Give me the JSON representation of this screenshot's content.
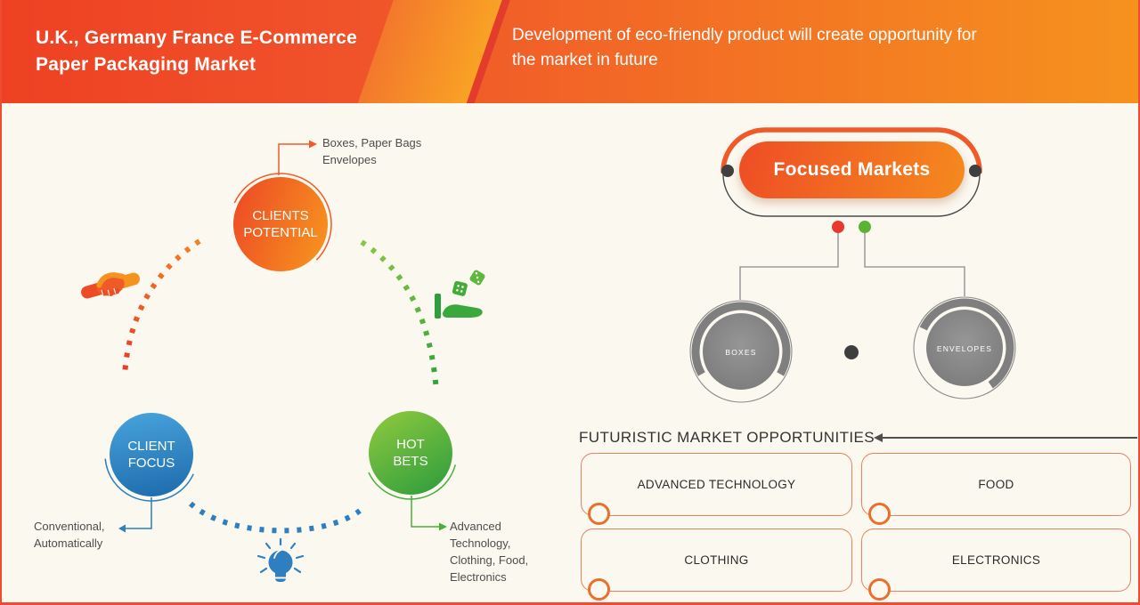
{
  "header": {
    "title_lines": [
      "U.K., Germany France E-Commerce",
      "Paper Packaging Market"
    ],
    "subtitle_lines": [
      "Development of eco-friendly product will create opportunity for",
      "the market in future"
    ]
  },
  "cycle": {
    "clients_potential": {
      "line1": "CLIENTS",
      "line2": "POTENTIAL"
    },
    "client_focus": {
      "line1": "CLIENT",
      "line2": "FOCUS"
    },
    "hot_bets": {
      "line1": "HOT",
      "line2": "BETS"
    },
    "callout_top": {
      "line1": "Boxes, Paper Bags",
      "line2": "Envelopes"
    },
    "callout_left": {
      "line1": "Conventional,",
      "line2": "Automatically"
    },
    "callout_right": {
      "line1": "Advanced",
      "line2": "Technology,",
      "line3": "Clothing, Food,",
      "line4": "Electronics"
    }
  },
  "focused": {
    "title": "Focused Markets",
    "circle_left": "BOXES",
    "circle_right": "ENVELOPES"
  },
  "futuristic": {
    "heading": "FUTURISTIC MARKET OPPORTUNITIES",
    "items": [
      "ADVANCED TECHNOLOGY",
      "FOOD",
      "CLOTHING",
      "ELECTRONICS"
    ]
  },
  "icons": {
    "left_cycle": [
      "handshake-icon",
      "dice-hand-icon",
      "lightbulb-icon"
    ]
  },
  "colors": {
    "header_gradient_left": "#ee4123",
    "header_gradient_right": "#f6921e",
    "background": "#fbf8ef",
    "frame_border": "#ef4b32",
    "accent_orange": "#f05a28",
    "accent_blue": "#2d7fc0",
    "accent_green": "#4aae3c",
    "circle_gray": "#7f7f7f",
    "red_dot": "#e8392e",
    "green_dot": "#5cb234",
    "dark_text": "#333333"
  }
}
